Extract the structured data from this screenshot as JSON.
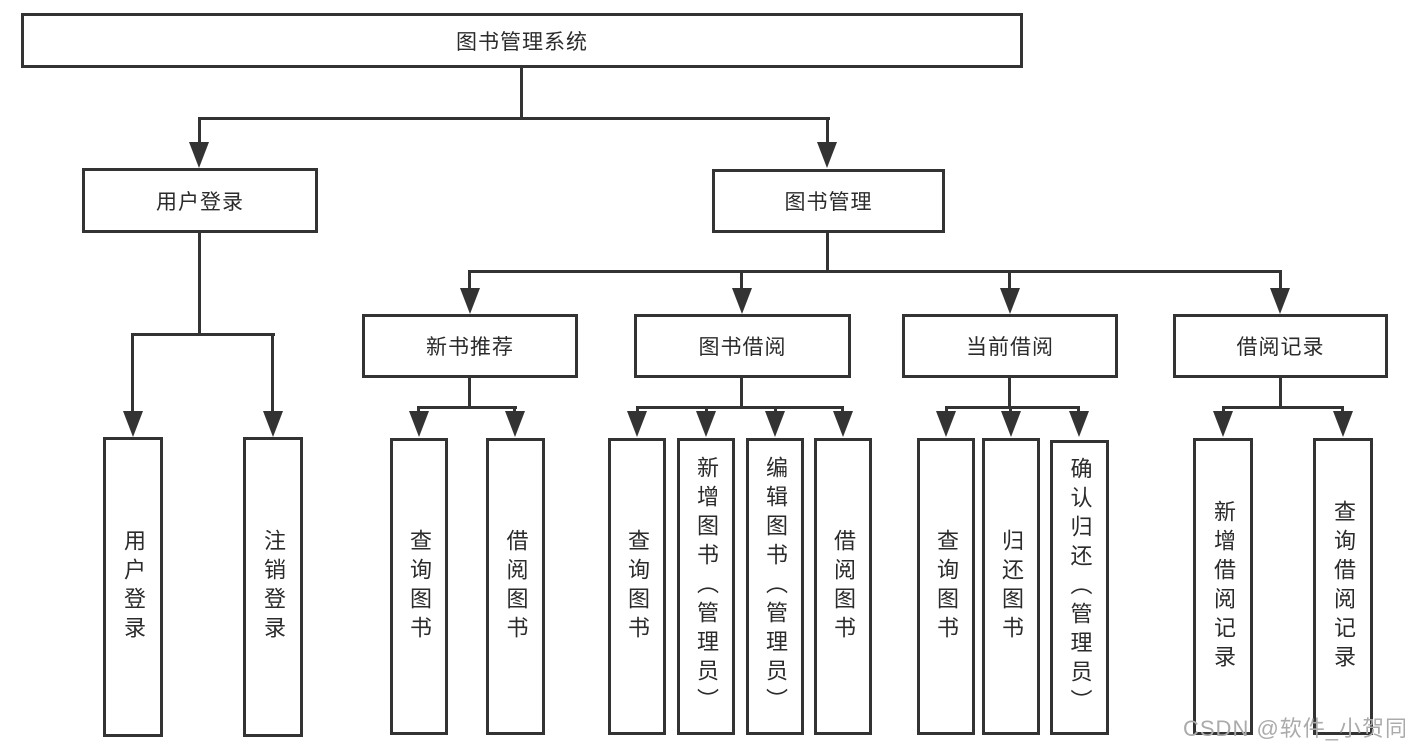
{
  "diagram": {
    "root": {
      "label": "图书管理系统"
    },
    "level2": {
      "user_login": {
        "label": "用户登录"
      },
      "book_mgmt": {
        "label": "图书管理"
      }
    },
    "level3": {
      "new_book": {
        "label": "新书推荐"
      },
      "book_borrow": {
        "label": "图书借阅"
      },
      "current_borrow": {
        "label": "当前借阅"
      },
      "borrow_record": {
        "label": "借阅记录"
      }
    },
    "leaves": {
      "user_login": [
        {
          "label": "用户登录"
        },
        {
          "label": "注销登录"
        }
      ],
      "new_book": [
        {
          "label": "查询图书"
        },
        {
          "label": "借阅图书"
        }
      ],
      "book_borrow": [
        {
          "label": "查询图书"
        },
        {
          "label": "新增图书（管理员）"
        },
        {
          "label": "编辑图书（管理员）"
        },
        {
          "label": "借阅图书"
        }
      ],
      "current_borrow": [
        {
          "label": "查询图书"
        },
        {
          "label": "归还图书"
        },
        {
          "label": "确认归还（管理员）"
        }
      ],
      "borrow_record": [
        {
          "label": "新增借阅记录"
        },
        {
          "label": "查询借阅记录"
        }
      ]
    }
  },
  "watermark": {
    "text": "CSDN @软件_小贺同学"
  },
  "colors": {
    "line": "#333333",
    "text": "#2b2b2b",
    "watermark": "#ababab",
    "box_background": "#ffffff",
    "page_background": "#ffffff"
  }
}
